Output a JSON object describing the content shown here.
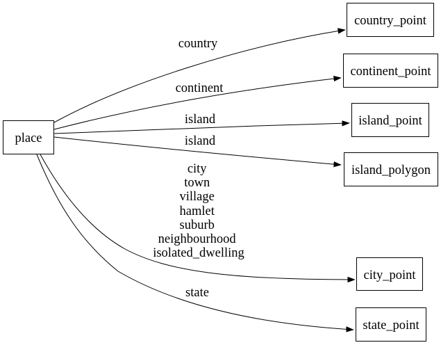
{
  "diagram": {
    "type": "directed-graph",
    "background_color": "#ffffff",
    "line_color": "#000000",
    "text_color": "#000000",
    "node_fill": "#ffffff",
    "nodes": [
      {
        "id": "place",
        "label": "place"
      },
      {
        "id": "country_point",
        "label": "country_point"
      },
      {
        "id": "continent_point",
        "label": "continent_point"
      },
      {
        "id": "island_point",
        "label": "island_point"
      },
      {
        "id": "island_polygon",
        "label": "island_polygon"
      },
      {
        "id": "city_point",
        "label": "city_point"
      },
      {
        "id": "state_point",
        "label": "state_point"
      }
    ],
    "edges": [
      {
        "from": "place",
        "to": "country_point",
        "label": "country"
      },
      {
        "from": "place",
        "to": "continent_point",
        "label": "continent"
      },
      {
        "from": "place",
        "to": "island_point",
        "label": "island"
      },
      {
        "from": "place",
        "to": "island_polygon",
        "label": "island"
      },
      {
        "from": "place",
        "to": "city_point",
        "label_lines": [
          "city",
          "town",
          "village",
          "hamlet",
          "suburb",
          "neighbourhood",
          "isolated_dwelling"
        ]
      },
      {
        "from": "place",
        "to": "state_point",
        "label": "state"
      }
    ]
  }
}
